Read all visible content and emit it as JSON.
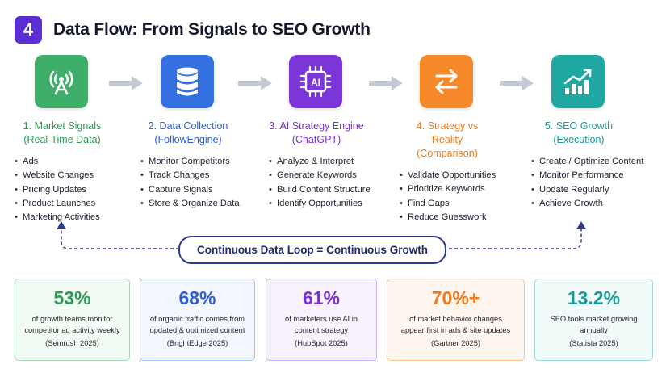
{
  "header": {
    "step": "4",
    "title": "Data Flow: From Signals to SEO Growth"
  },
  "colors": {
    "green": "#2f9a55",
    "blue": "#2d5fd0",
    "purple": "#7a2fd3",
    "orange": "#f07a1a",
    "teal": "#1a9a96",
    "loop_border": "#2f3b8a",
    "arrow": "#c5c9d4"
  },
  "stages": [
    {
      "title_line1": "1. Market Signals",
      "title_line2": "(Real-Time Data)",
      "icon": "antenna-icon",
      "items": [
        "Ads",
        "Website Changes",
        "Pricing Updates",
        "Product Launches",
        "Marketing Activities"
      ]
    },
    {
      "title_line1": "2. Data Collection",
      "title_line2": "(FollowEngine)",
      "icon": "database-icon",
      "items": [
        "Monitor Competitors",
        "Track Changes",
        "Capture Signals",
        "Store & Organize Data"
      ]
    },
    {
      "title_line1": "3. AI Strategy Engine",
      "title_line2": "(ChatGPT)",
      "icon": "ai-chip-icon",
      "icon_text": "AI",
      "items": [
        "Analyze & Interpret",
        "Generate Keywords",
        "Build Content Structure",
        "Identify Opportunities"
      ]
    },
    {
      "title_line1": "4. Strategy vs Reality",
      "title_line2": "(Comparison)",
      "icon": "swap-arrows-icon",
      "items": [
        "Validate Opportunities",
        "Prioritize Keywords",
        "Find Gaps",
        "Reduce Guesswork"
      ]
    },
    {
      "title_line1": "5. SEO Growth",
      "title_line2": "(Execution)",
      "icon": "growth-chart-icon",
      "items": [
        "Create / Optimize Content",
        "Monitor Performance",
        "Update Regularly",
        "Achieve Growth"
      ]
    }
  ],
  "loop": {
    "label": "Continuous Data Loop = Continuous Growth"
  },
  "stats": [
    {
      "value": "53%",
      "desc_line1": "of growth teams monitor",
      "desc_line2": "competitor ad activity weekly",
      "source": "(Semrush 2025)"
    },
    {
      "value": "68%",
      "desc_line1": "of organic traffic comes from",
      "desc_line2": "updated & optimized content",
      "source": "(BrightEdge 2025)"
    },
    {
      "value": "61%",
      "desc_line1": "of marketers use AI in",
      "desc_line2": "content strategy",
      "source": "(HubSpot 2025)"
    },
    {
      "value": "70%+",
      "desc_line1": "of market behavior changes",
      "desc_line2": "appear first in ads & site updates",
      "source": "(Gartner 2025)"
    },
    {
      "value": "13.2%",
      "desc_line1": "SEO tools market growing",
      "desc_line2": "annually",
      "source": "(Statista 2025)"
    }
  ]
}
